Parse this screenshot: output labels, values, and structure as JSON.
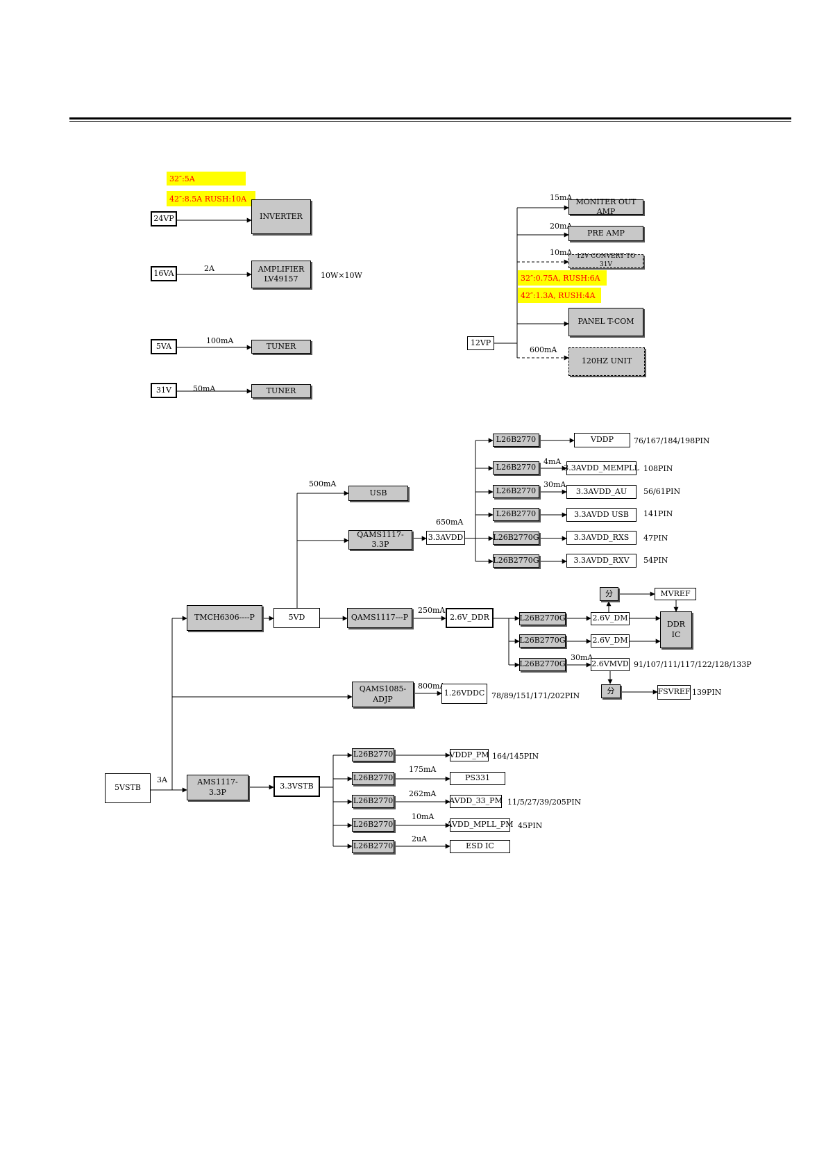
{
  "top_section": {
    "notes_24vp": [
      "32″:5A",
      "42″:8.5A RUSH:10A"
    ],
    "notes_12vp": [
      "32″:0.75A, RUSH:6A",
      "42″:1.3A, RUSH:4A"
    ],
    "sources": {
      "v24vp": "24VP",
      "v16va": "16VA",
      "v5va": "5VA",
      "v31v": "31V",
      "v12vp": "12VP"
    },
    "loads": {
      "inverter": "INVERTER",
      "amplifier": "AMPLIFIER\nLV49157",
      "tuner_5va": "TUNER",
      "tuner_31v": "TUNER",
      "moniter_out_amp": "MONITER OUT AMP",
      "pre_amp": "PRE AMP",
      "convert_12v_31v": "12V CONVERT TO 31V",
      "panel_tcom": "PANEL T-COM",
      "unit_120hz": "120HZ UNIT"
    },
    "currents": {
      "amp_16va": "2A",
      "tuner_5va": "100mA",
      "tuner_31v": "50mA",
      "moniter": "15mA",
      "pre_amp": "20mA",
      "convert": "10mA",
      "unit_120hz": "600mA"
    },
    "amp_power": "10W×10W"
  },
  "main_section": {
    "source": "5VSTB",
    "source_current": "3A",
    "regulators": {
      "tmch": "TMCH6306----P",
      "v5vd": "5VD",
      "usb": "USB",
      "qams_33p": "QAMS1117-3.3P",
      "v33avdd": "3.3AVDD",
      "qams_p": "QAMS1117---P",
      "v26ddr": "2.6V_DDR",
      "qams1085": "QAMS1085-\nADJP",
      "v126vddc": "1.26VDDC",
      "ams_33p": "AMS1117-3.3P",
      "v33vstb": "3.3VSTB"
    },
    "currents": {
      "usb": "500mA",
      "avdd": "650mA",
      "ddr": "250mA",
      "vddc": "800mA",
      "mempll": "4mA",
      "au": "30mA",
      "vmvd": "30mA",
      "ps331": "175mA",
      "avdd33pm": "262mA",
      "mpllpm": "10mA",
      "esd": "2uA"
    },
    "avdd_branches": [
      {
        "filter": "L26B2770",
        "load": "VDDP",
        "pins": "76/167/184/198PIN"
      },
      {
        "filter": "L26B2770",
        "load": "3.3AVDD_MEMPLL",
        "pins": "108PIN"
      },
      {
        "filter": "L26B2770",
        "load": "3.3AVDD_AU",
        "pins": "56/61PIN"
      },
      {
        "filter": "L26B2770",
        "load": "3.3AVDD USB",
        "pins": "141PIN"
      },
      {
        "filter": "L26B2770G",
        "load": "3.3AVDD_RXS",
        "pins": "47PIN"
      },
      {
        "filter": "L26B2770G",
        "load": "3.3AVDD_RXV",
        "pins": "54PIN"
      }
    ],
    "ddr_branches": [
      {
        "filter": "L26B2770G",
        "load": "2.6V_DM"
      },
      {
        "filter": "L26B2770G",
        "load": "2.6V_DM"
      },
      {
        "filter": "L26B2770G",
        "load": "2.6VMVD",
        "pins": "91/107/111/117/122/128/133P"
      }
    ],
    "ddr_ic": "DDR\nIC",
    "divider": "分",
    "mvref": "MVREF",
    "fsvref": "FSVREF",
    "fsvref_pins": "139PIN",
    "vddc_pins": "78/89/151/171/202PIN",
    "stb_branches": [
      {
        "filter": "L26B2770",
        "load": "VDDP_PM",
        "pins": "164/145PIN"
      },
      {
        "filter": "L26B2770",
        "load": "PS331",
        "pins": ""
      },
      {
        "filter": "L26B2770",
        "load": "AVDD_33_PM",
        "pins": "11/5/27/39/205PIN"
      },
      {
        "filter": "L26B2770",
        "load": "AVDD_MPLL_PM",
        "pins": "45PIN"
      },
      {
        "filter": "L26B2770",
        "load": "ESD IC",
        "pins": ""
      }
    ]
  }
}
